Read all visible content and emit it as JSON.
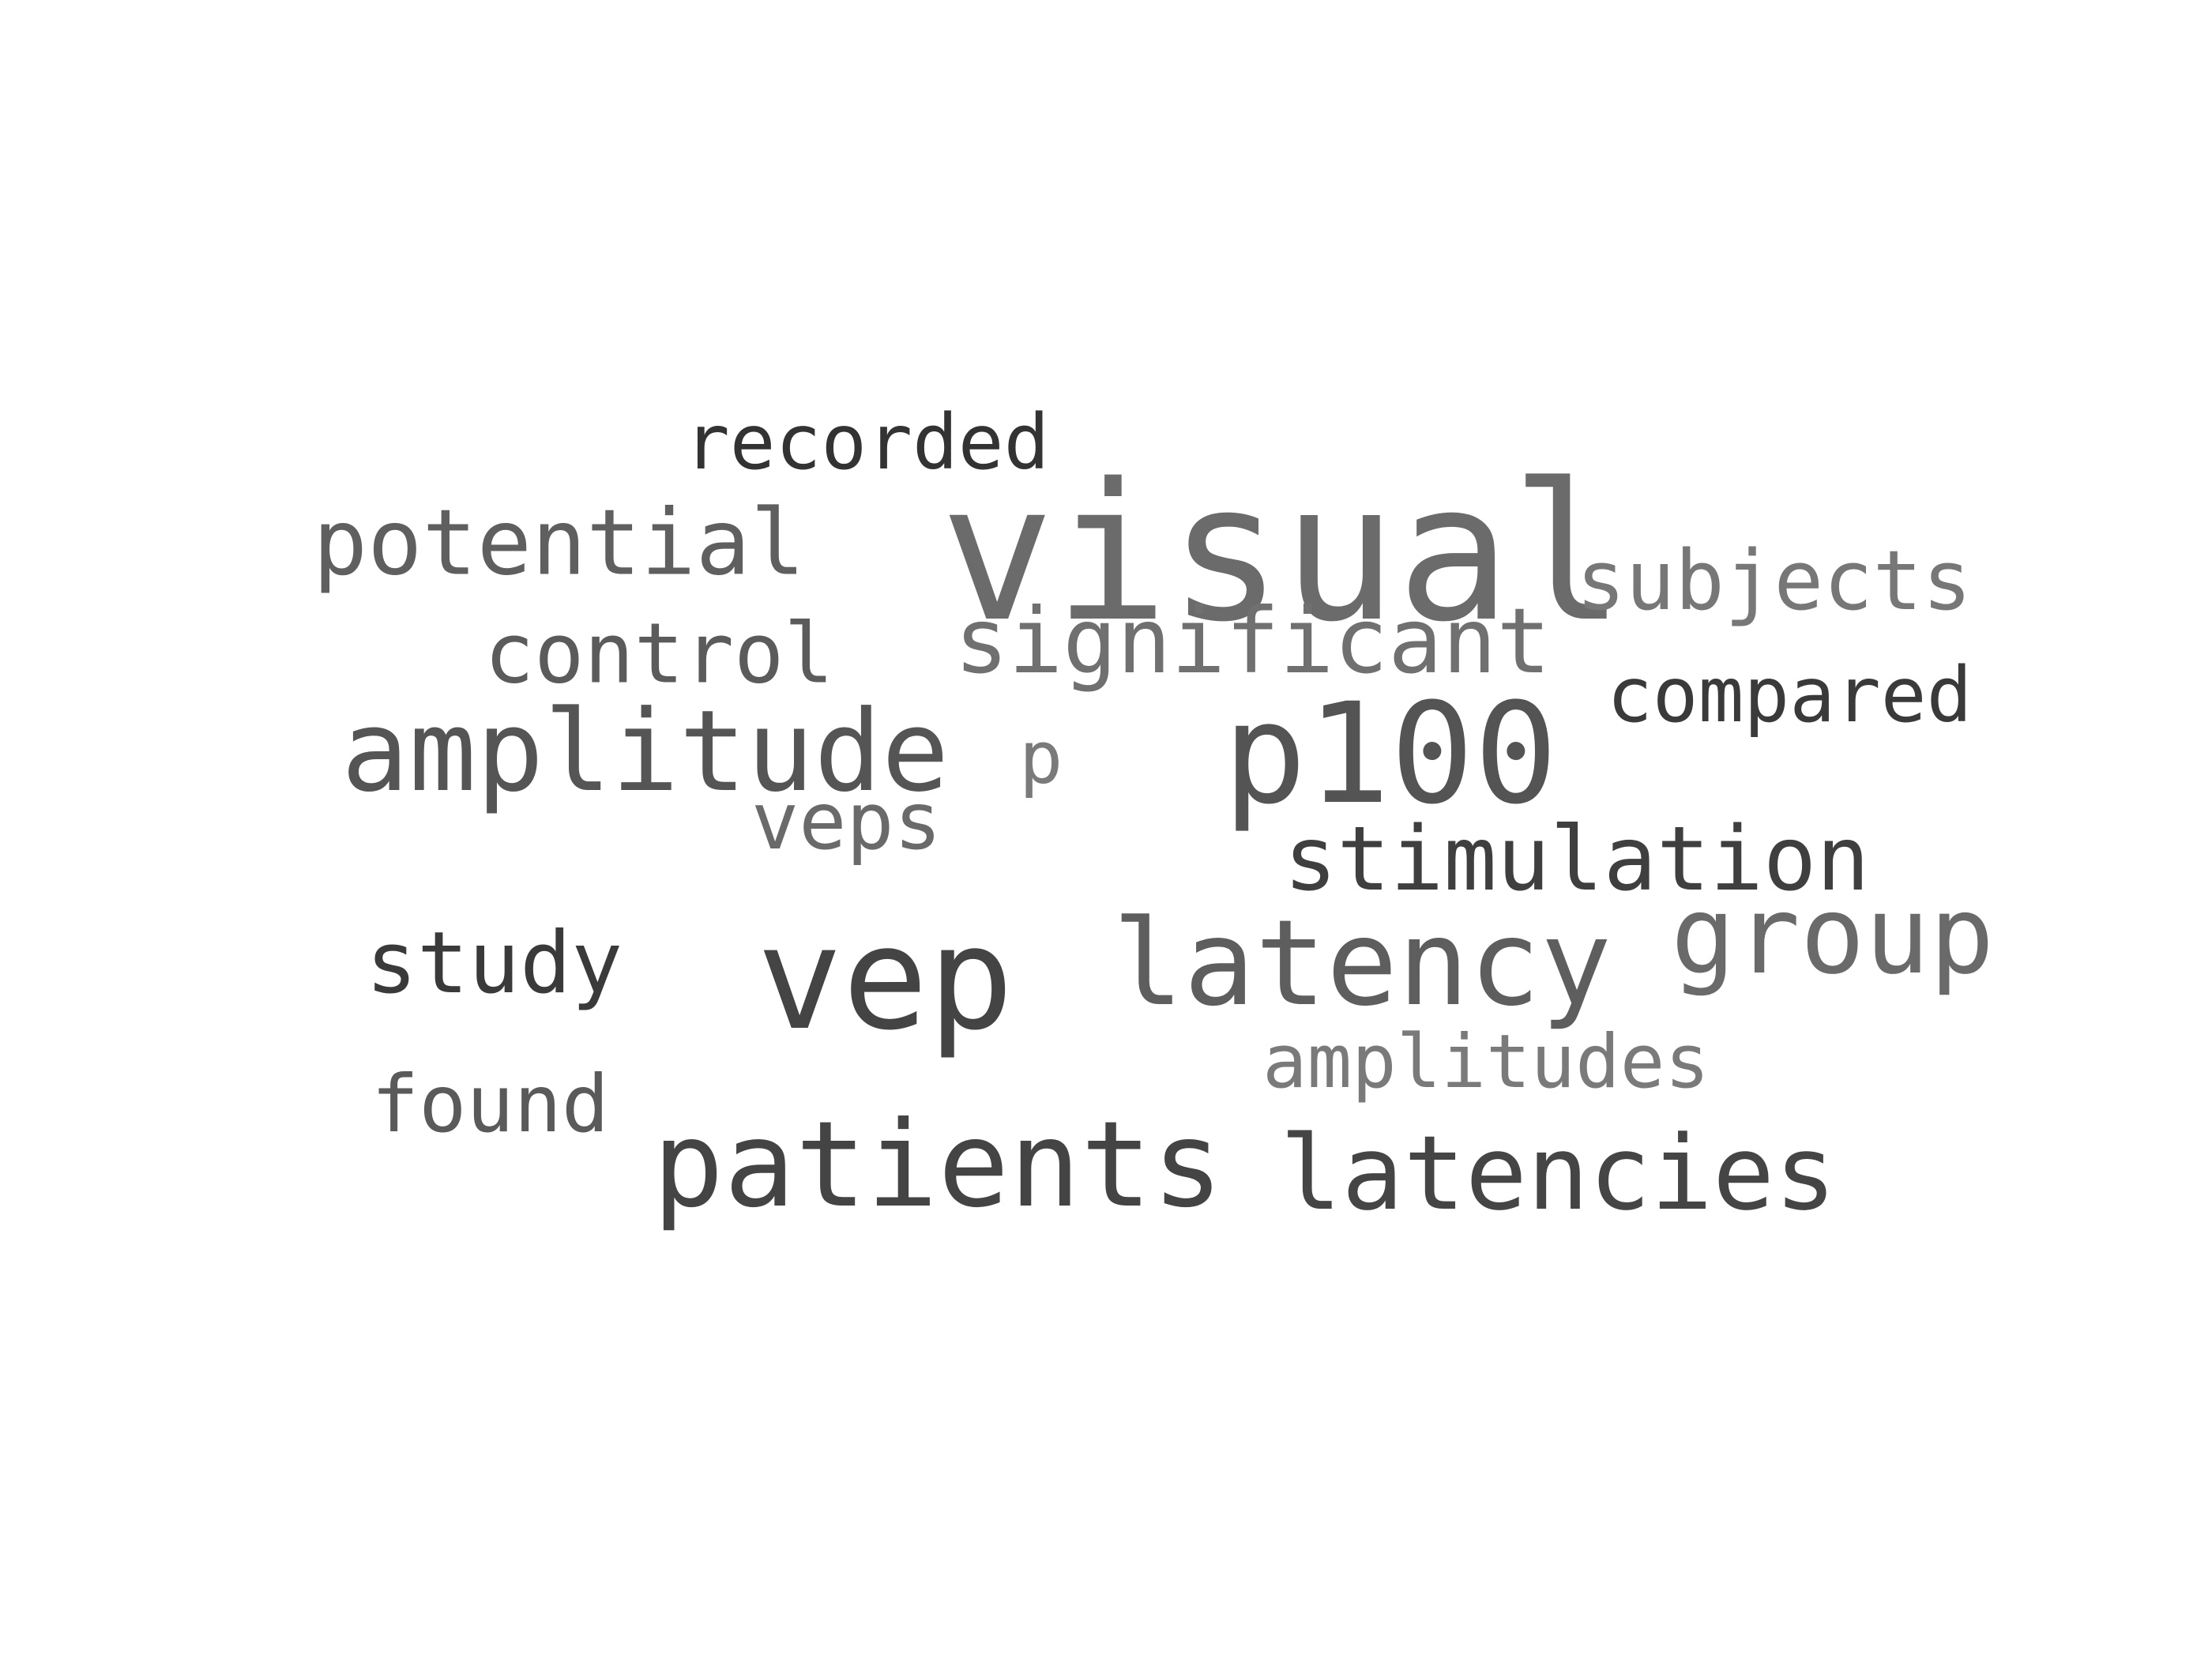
{
  "words": [
    {
      "text": "visual",
      "color": "#6b6b6b"
    },
    {
      "text": "p100",
      "color": "#545454"
    },
    {
      "text": "vep",
      "color": "#444444"
    },
    {
      "text": "patients",
      "color": "#444444"
    },
    {
      "text": "latency",
      "color": "#5e5e5e"
    },
    {
      "text": "amplitude",
      "color": "#555555"
    },
    {
      "text": "latencies",
      "color": "#454545"
    },
    {
      "text": "significant",
      "color": "#707070"
    },
    {
      "text": "group",
      "color": "#6a6a6a"
    },
    {
      "text": "potential",
      "color": "#5f5f5f"
    },
    {
      "text": "stimulation",
      "color": "#3f3f3f"
    },
    {
      "text": "subjects",
      "color": "#777777"
    },
    {
      "text": "control",
      "color": "#5b5b5b"
    },
    {
      "text": "veps",
      "color": "#6a6a6a"
    },
    {
      "text": "study",
      "color": "#3a3a3a"
    },
    {
      "text": "compared",
      "color": "#3a3a3a"
    },
    {
      "text": "recorded",
      "color": "#333333"
    },
    {
      "text": "amplitudes",
      "color": "#7a7a7a"
    },
    {
      "text": "found",
      "color": "#5a5a5a"
    },
    {
      "text": "p",
      "color": "#7a7a7a"
    }
  ]
}
